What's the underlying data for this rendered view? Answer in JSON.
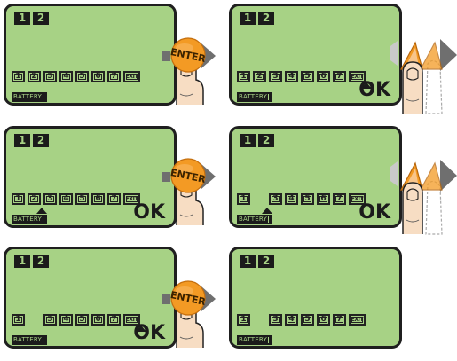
{
  "header_digits": [
    "1",
    "2"
  ],
  "segment_labels": [
    "1",
    "2",
    "3",
    "4",
    "5",
    "6",
    "7",
    "EXIT"
  ],
  "battery_label": "BATTERY",
  "ok_label": "OK",
  "enter_label": "ENTER",
  "colors": {
    "lcd": "#a7d285",
    "enter_button": "#f39a24",
    "arrow": "#6f6f6f"
  },
  "panels": [
    {
      "id": "p1",
      "ok": false,
      "caret": null,
      "hidden_segments": []
    },
    {
      "id": "p2",
      "ok": true,
      "caret": "exit",
      "hidden_segments": []
    },
    {
      "id": "p3",
      "ok": true,
      "caret": "2",
      "hidden_segments": []
    },
    {
      "id": "p4",
      "ok": true,
      "caret": "2",
      "hidden_segments": [
        "2"
      ]
    },
    {
      "id": "p5",
      "ok": true,
      "caret": "exit",
      "hidden_segments": [
        "2"
      ]
    },
    {
      "id": "p6",
      "ok": false,
      "caret": null,
      "hidden_segments": [
        "2"
      ]
    }
  ],
  "steps": [
    {
      "action": "press-enter-icon"
    },
    {
      "action": "press-scroll-icon"
    },
    {
      "action": "press-enter-icon"
    },
    {
      "action": "press-scroll-icon"
    },
    {
      "action": "press-enter-icon"
    }
  ]
}
